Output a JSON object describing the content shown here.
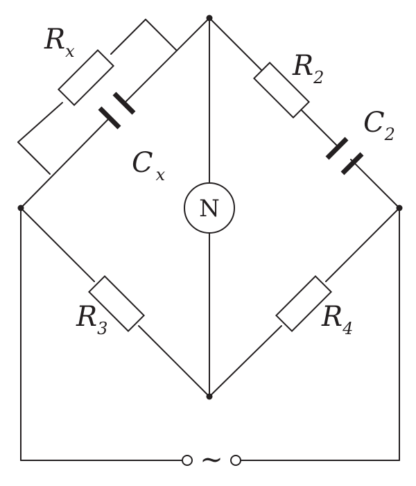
{
  "labels": {
    "rx": {
      "main": "R",
      "sub": "x"
    },
    "cx": {
      "main": "C",
      "sub": "x"
    },
    "r2": {
      "main": "R",
      "sub": "2"
    },
    "c2": {
      "main": "C",
      "sub": "2"
    },
    "r3": {
      "main": "R",
      "sub": "3"
    },
    "r4": {
      "main": "R",
      "sub": "4"
    }
  },
  "meter": "N",
  "source": "~",
  "colors": {
    "line": "#231f20",
    "background": "#ffffff"
  }
}
